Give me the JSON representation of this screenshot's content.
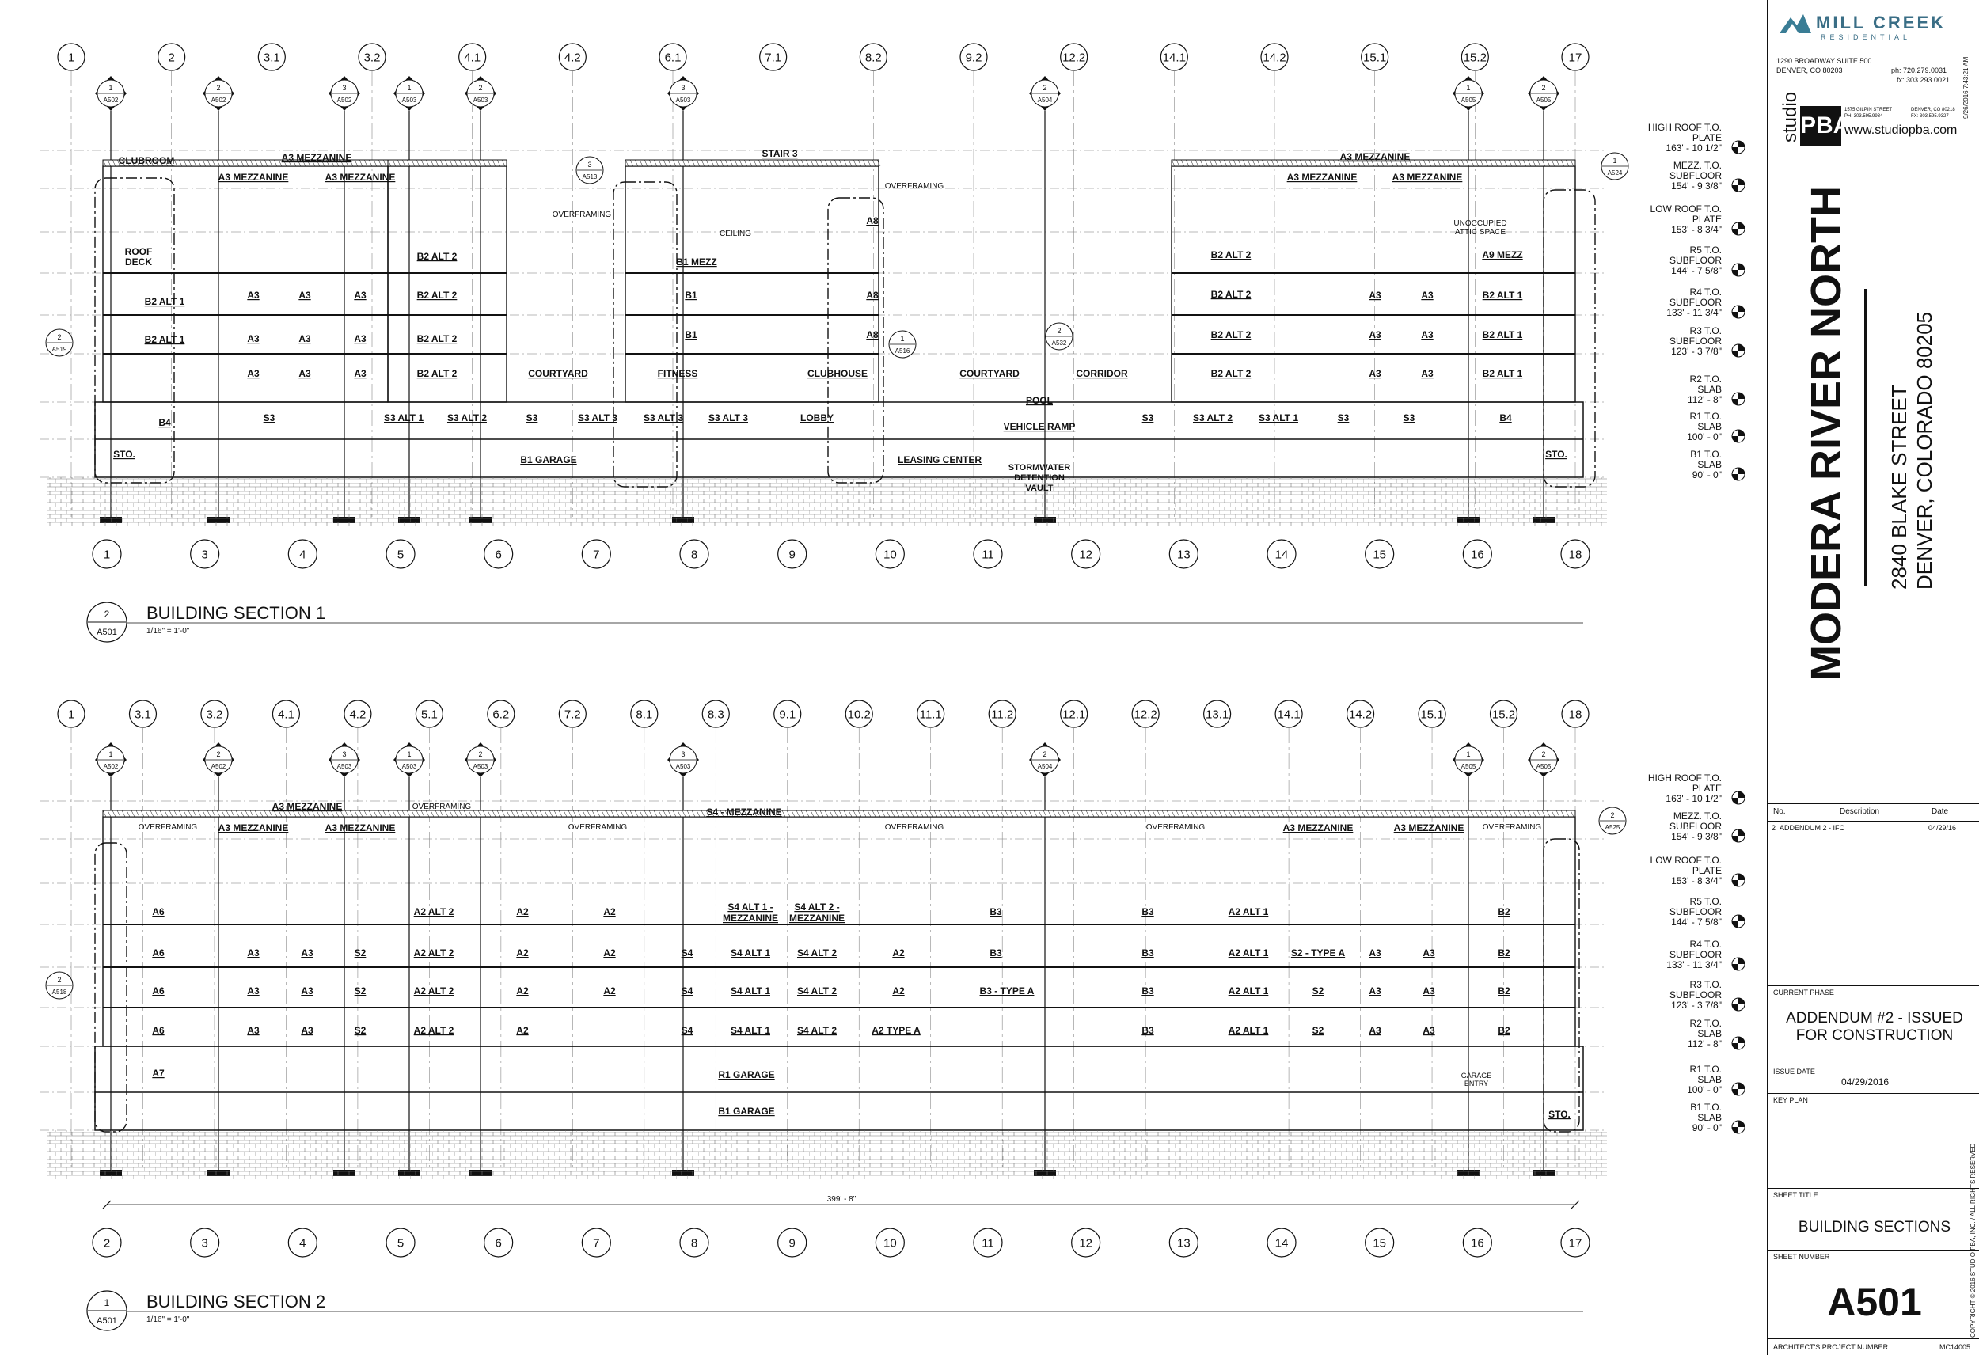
{
  "drawing": {
    "sections": [
      {
        "number": "2",
        "sheet_ref": "A501",
        "title": "BUILDING SECTION 1",
        "scale": "1/16\" = 1'-0\"",
        "top_grids": [
          "1",
          "2",
          "3.1",
          "3.2",
          "4.1",
          "4.2",
          "6.1",
          "7.1",
          "8.2",
          "9.2",
          "12.2",
          "14.1",
          "14.2",
          "15.1",
          "15.2",
          "17"
        ],
        "bottom_grids": [
          "1",
          "3",
          "4",
          "5",
          "6",
          "7",
          "8",
          "9",
          "10",
          "11",
          "12",
          "13",
          "14",
          "15",
          "16",
          "18"
        ],
        "section_markers": [
          {
            "num": "1",
            "ref": "A502"
          },
          {
            "num": "2",
            "ref": "A502"
          },
          {
            "num": "3",
            "ref": "A502"
          },
          {
            "num": "1",
            "ref": "A503"
          },
          {
            "num": "2",
            "ref": "A503"
          },
          {
            "num": "3",
            "ref": "A503"
          },
          {
            "num": "2",
            "ref": "A504"
          },
          {
            "num": "1",
            "ref": "A505"
          },
          {
            "num": "2",
            "ref": "A505"
          }
        ],
        "side_markers": [
          {
            "num": "2",
            "ref": "A519"
          },
          {
            "num": "1",
            "ref": "A524"
          },
          {
            "num": "3",
            "ref": "A513"
          },
          {
            "num": "1",
            "ref": "A516"
          },
          {
            "num": "2",
            "ref": "A532"
          }
        ],
        "labels": {
          "clubroom": "CLUBROOM",
          "a3_mezz_top": "A3 MEZZANINE",
          "a3_mezz_l1": "A3 MEZZANINE",
          "a3_mezz_l2": "A3 MEZZANINE",
          "roof_deck": "ROOF DECK",
          "b2_alt1_a": "B2 ALT 1",
          "b2_alt1_b": "B2 ALT 1",
          "a3": "A3",
          "b2_alt2": "B2 ALT 2",
          "courtyard_l": "COURTYARD",
          "fitness": "FITNESS",
          "clubhouse": "CLUBHOUSE",
          "courtyard_r": "COURTYARD",
          "corridor": "CORRIDOR",
          "stair3": "STAIR 3",
          "overframing": "OVERFRAMING",
          "ceiling": "CEILING",
          "b1_mezz": "B1 MEZZ",
          "b1": "B1",
          "a8": "A8",
          "b4": "B4",
          "s3": "S3",
          "s3_alt1": "S3 ALT 1",
          "s3_alt2": "S3 ALT 2",
          "s3_alt3": "S3 ALT 3",
          "lobby": "LOBBY",
          "pool": "POOL",
          "vehicle_ramp": "VEHICLE RAMP",
          "sto": "STO.",
          "b1_garage": "B1 GARAGE",
          "leasing": "LEASING CENTER",
          "stormwater": "STORMWATER DETENTION VAULT",
          "unoccupied": "UNOCCUPIED ATTIC SPACE",
          "a9_mezz": "A9 MEZZ",
          "a3_mezz_r_top": "A3 MEZZANINE",
          "a3_mezz_r1": "A3 MEZZANINE",
          "a3_mezz_r2": "A3 MEZZANINE",
          "b2_alt2_r": "B2 ALT 2",
          "b2_alt1_r": "B2 ALT 1"
        }
      },
      {
        "number": "1",
        "sheet_ref": "A501",
        "title": "BUILDING SECTION 2",
        "scale": "1/16\" = 1'-0\"",
        "top_grids": [
          "1",
          "3.1",
          "3.2",
          "4.1",
          "4.2",
          "5.1",
          "6.2",
          "7.2",
          "8.1",
          "8.3",
          "9.1",
          "10.2",
          "11.1",
          "11.2",
          "12.1",
          "12.2",
          "13.1",
          "14.1",
          "14.2",
          "15.1",
          "15.2",
          "18"
        ],
        "bottom_grids": [
          "2",
          "3",
          "4",
          "5",
          "6",
          "7",
          "8",
          "9",
          "10",
          "11",
          "12",
          "13",
          "14",
          "15",
          "16",
          "17"
        ],
        "section_markers": [
          {
            "num": "1",
            "ref": "A502"
          },
          {
            "num": "2",
            "ref": "A502"
          },
          {
            "num": "3",
            "ref": "A503"
          },
          {
            "num": "1",
            "ref": "A503"
          },
          {
            "num": "2",
            "ref": "A503"
          },
          {
            "num": "3",
            "ref": "A503"
          },
          {
            "num": "2",
            "ref": "A504"
          },
          {
            "num": "1",
            "ref": "A505"
          },
          {
            "num": "2",
            "ref": "A505"
          }
        ],
        "side_markers": [
          {
            "num": "2",
            "ref": "A518"
          },
          {
            "num": "2",
            "ref": "A525"
          }
        ],
        "labels": {
          "a3_mezz_top": "A3 MEZZANINE",
          "a3_mezz_l1": "A3 MEZZANINE",
          "a3_mezz_l2": "A3 MEZZANINE",
          "s4_mezz": "S4 - MEZZANINE",
          "overframing": "OVERFRAMING",
          "a6": "A6",
          "a3": "A3",
          "s2": "S2",
          "a2_alt2": "A2 ALT 2",
          "a2": "A2",
          "s4": "S4",
          "s4_alt1_mezz": "S4 ALT 1 - MEZZANINE",
          "s4_alt2_mezz": "S4 ALT 2 - MEZZANINE",
          "s4_alt1": "S4 ALT 1",
          "s4_alt2": "S4 ALT 2",
          "b3": "B3",
          "b3_type_a": "B3 - TYPE A",
          "a2_alt1": "A2 ALT 1",
          "s2_type_a": "S2 - TYPE A",
          "b2": "B2",
          "a2_type_a": "A2 TYPE A",
          "a7": "A7",
          "r1_garage": "R1 GARAGE",
          "b1_garage": "B1 GARAGE",
          "garage_entry": "GARAGE ENTRY",
          "sto": "STO.",
          "a3_mezz_r1": "A3 MEZZANINE",
          "a3_mezz_r2": "A3 MEZZANINE",
          "dimension": "399' - 8\""
        }
      }
    ],
    "levels": [
      {
        "name": "HIGH ROOF T.O. PLATE",
        "elev": "163' - 10 1/2\""
      },
      {
        "name": "MEZZ. T.O. SUBFLOOR",
        "elev": "154' - 9 3/8\""
      },
      {
        "name": "LOW ROOF T.O. PLATE",
        "elev": "153' - 8 3/4\""
      },
      {
        "name": "R5 T.O. SUBFLOOR",
        "elev": "144' - 7 5/8\""
      },
      {
        "name": "R4 T.O. SUBFLOOR",
        "elev": "133' - 11 3/4\""
      },
      {
        "name": "R3 T.O. SUBFLOOR",
        "elev": "123' - 3 7/8\""
      },
      {
        "name": "R2 T.O. SLAB",
        "elev": "112' - 8\""
      },
      {
        "name": "R1 T.O. SLAB",
        "elev": "100' - 0\""
      },
      {
        "name": "B1 T.O. SLAB",
        "elev": "90' - 0\""
      }
    ]
  },
  "title_block": {
    "client": {
      "name": "MILL CREEK",
      "sub": "RESIDENTIAL",
      "addr1": "1290 BROADWAY SUITE 500",
      "addr2": "DENVER, CO 80203",
      "ph": "ph: 720.279.0031",
      "fx": "fx: 303.293.0021"
    },
    "architect": {
      "studio": "studio",
      "pba": "PBA",
      "url": "www.studiopba.com",
      "a1": "1575 GILPIN STREET",
      "a2": "DENVER, CO 80218",
      "ph": "PH: 303.595.9934",
      "fx": "FX: 303.595.9327"
    },
    "timestamp": "9/26/2016 7:43:21 AM",
    "project": "MODERA RIVER NORTH",
    "address1": "2840 BLAKE STREET",
    "address2": "DENVER, COLORADO 80205",
    "revisions": {
      "headers": [
        "No.",
        "Description",
        "Date"
      ],
      "rows": [
        [
          "2",
          "ADDENDUM 2 - IFC",
          "04/29/16"
        ]
      ]
    },
    "current_phase_label": "CURRENT PHASE",
    "current_phase": "ADDENDUM #2 - ISSUED FOR CONSTRUCTION",
    "issue_date_label": "ISSUE DATE",
    "issue_date": "04/29/2016",
    "key_plan_label": "KEY PLAN",
    "sheet_title_label": "SHEET TITLE",
    "sheet_title": "BUILDING SECTIONS",
    "sheet_number_label": "SHEET NUMBER",
    "sheet_number": "A501",
    "project_number_label": "ARCHITECT'S PROJECT NUMBER",
    "project_number": "MC14005",
    "copyright": "COPYRIGHT © 2016 STUDIO PBA, INC. / ALL RIGHTS RESERVED"
  }
}
